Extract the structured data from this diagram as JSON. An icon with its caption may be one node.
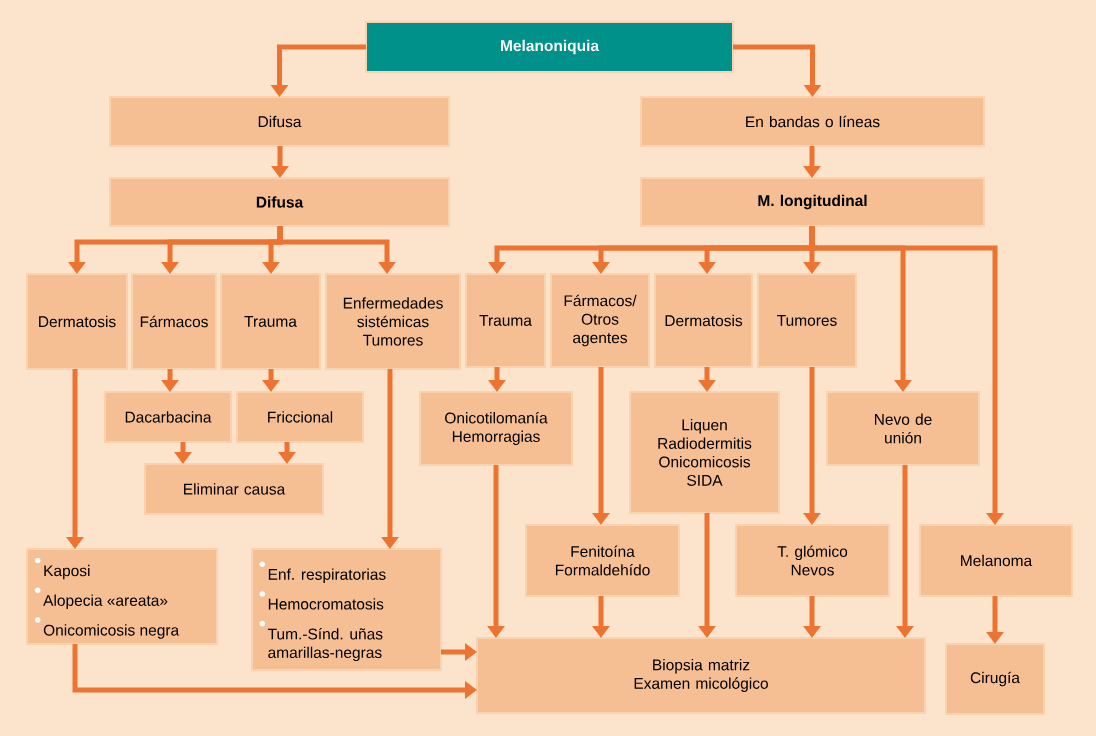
{
  "diagram": {
    "nodes": [
      {
        "text": [
          "Melanoniquia"
        ]
      },
      {
        "text": [
          "Difusa"
        ]
      },
      {
        "text": [
          "En bandas o líneas"
        ]
      },
      {
        "text": [
          "Difusa"
        ]
      },
      {
        "text": [
          "M. longitudinal"
        ]
      },
      {
        "text": [
          "Dermatosis"
        ]
      },
      {
        "text": [
          "Fármacos"
        ]
      },
      {
        "text": [
          "Trauma"
        ]
      },
      {
        "text": [
          "Enfermedades sistémicas Tumores"
        ]
      },
      {
        "text": [
          "Trauma"
        ]
      },
      {
        "text": [
          "Fármacos/ Otros agentes"
        ]
      },
      {
        "text": [
          "Dermatosis"
        ]
      },
      {
        "text": [
          "Tumores"
        ]
      },
      {
        "text": [
          "Dacarbacina"
        ]
      },
      {
        "text": [
          "Friccional"
        ]
      },
      {
        "text": [
          "Eliminar causa"
        ]
      },
      {
        "text": [
          "Onicotilomanía Hemorragias"
        ]
      },
      {
        "text": [
          "Liquen Radiodermitis Onicomicosis SIDA"
        ]
      },
      {
        "text": [
          "Nevo de unión"
        ]
      },
      {
        "text": [
          "Kaposi",
          "Alopecia «areata»",
          "Onicomicosis negra"
        ]
      },
      {
        "text": [
          "Enf. respiratorias",
          "Hemocromatosis",
          "Tum.-Sínd. uñas amarillas-negras"
        ]
      },
      {
        "text": [
          "Fenitoína Formaldehído"
        ]
      },
      {
        "text": [
          "T. glómico Nevos"
        ]
      },
      {
        "text": [
          "Melanoma"
        ]
      },
      {
        "text": [
          "Biopsia matriz Examen micológico"
        ]
      },
      {
        "text": [
          "Cirugía"
        ]
      }
    ],
    "edges": [
      {
        "from": 0,
        "to": 1,
        "arrow": "to"
      },
      {
        "from": 0,
        "to": 2,
        "arrow": "to"
      },
      {
        "from": 1,
        "to": 3,
        "arrow": "to"
      },
      {
        "from": 2,
        "to": 4,
        "arrow": "to"
      },
      {
        "from": 3,
        "to": 5,
        "arrow": "to"
      },
      {
        "from": 3,
        "to": 6,
        "arrow": "to"
      },
      {
        "from": 3,
        "to": 7,
        "arrow": "to"
      },
      {
        "from": 3,
        "to": 8,
        "arrow": "to"
      },
      {
        "from": 4,
        "to": 9,
        "arrow": "to"
      },
      {
        "from": 4,
        "to": 10,
        "arrow": "to"
      },
      {
        "from": 4,
        "to": 11,
        "arrow": "to"
      },
      {
        "from": 4,
        "to": 12,
        "arrow": "to"
      },
      {
        "from": 4,
        "to": 18,
        "arrow": "to"
      },
      {
        "from": 4,
        "to": 23,
        "arrow": "to"
      },
      {
        "from": 6,
        "to": 13,
        "arrow": "to"
      },
      {
        "from": 7,
        "to": 14,
        "arrow": "to"
      },
      {
        "from": 13,
        "to": 15,
        "arrow": "to"
      },
      {
        "from": 14,
        "to": 15,
        "arrow": "to"
      },
      {
        "from": 9,
        "to": 16,
        "arrow": "to"
      },
      {
        "from": 11,
        "to": 17,
        "arrow": "to"
      },
      {
        "from": 5,
        "to": 19,
        "arrow": "to"
      },
      {
        "from": 8,
        "to": 20,
        "arrow": "to"
      },
      {
        "from": 10,
        "to": 21,
        "arrow": "to"
      },
      {
        "from": 12,
        "to": 22,
        "arrow": "to"
      },
      {
        "from": 23,
        "to": 25,
        "arrow": "to"
      },
      {
        "from": 19,
        "to": 24,
        "arrow": "to"
      },
      {
        "from": 20,
        "to": 24,
        "arrow": "to"
      },
      {
        "from": 16,
        "to": 24,
        "arrow": "to"
      },
      {
        "from": 21,
        "to": 24,
        "arrow": "to"
      },
      {
        "from": 17,
        "to": 24,
        "arrow": "to"
      },
      {
        "from": 22,
        "to": 24,
        "arrow": "to"
      },
      {
        "from": 18,
        "to": 24,
        "arrow": "to"
      }
    ]
  }
}
